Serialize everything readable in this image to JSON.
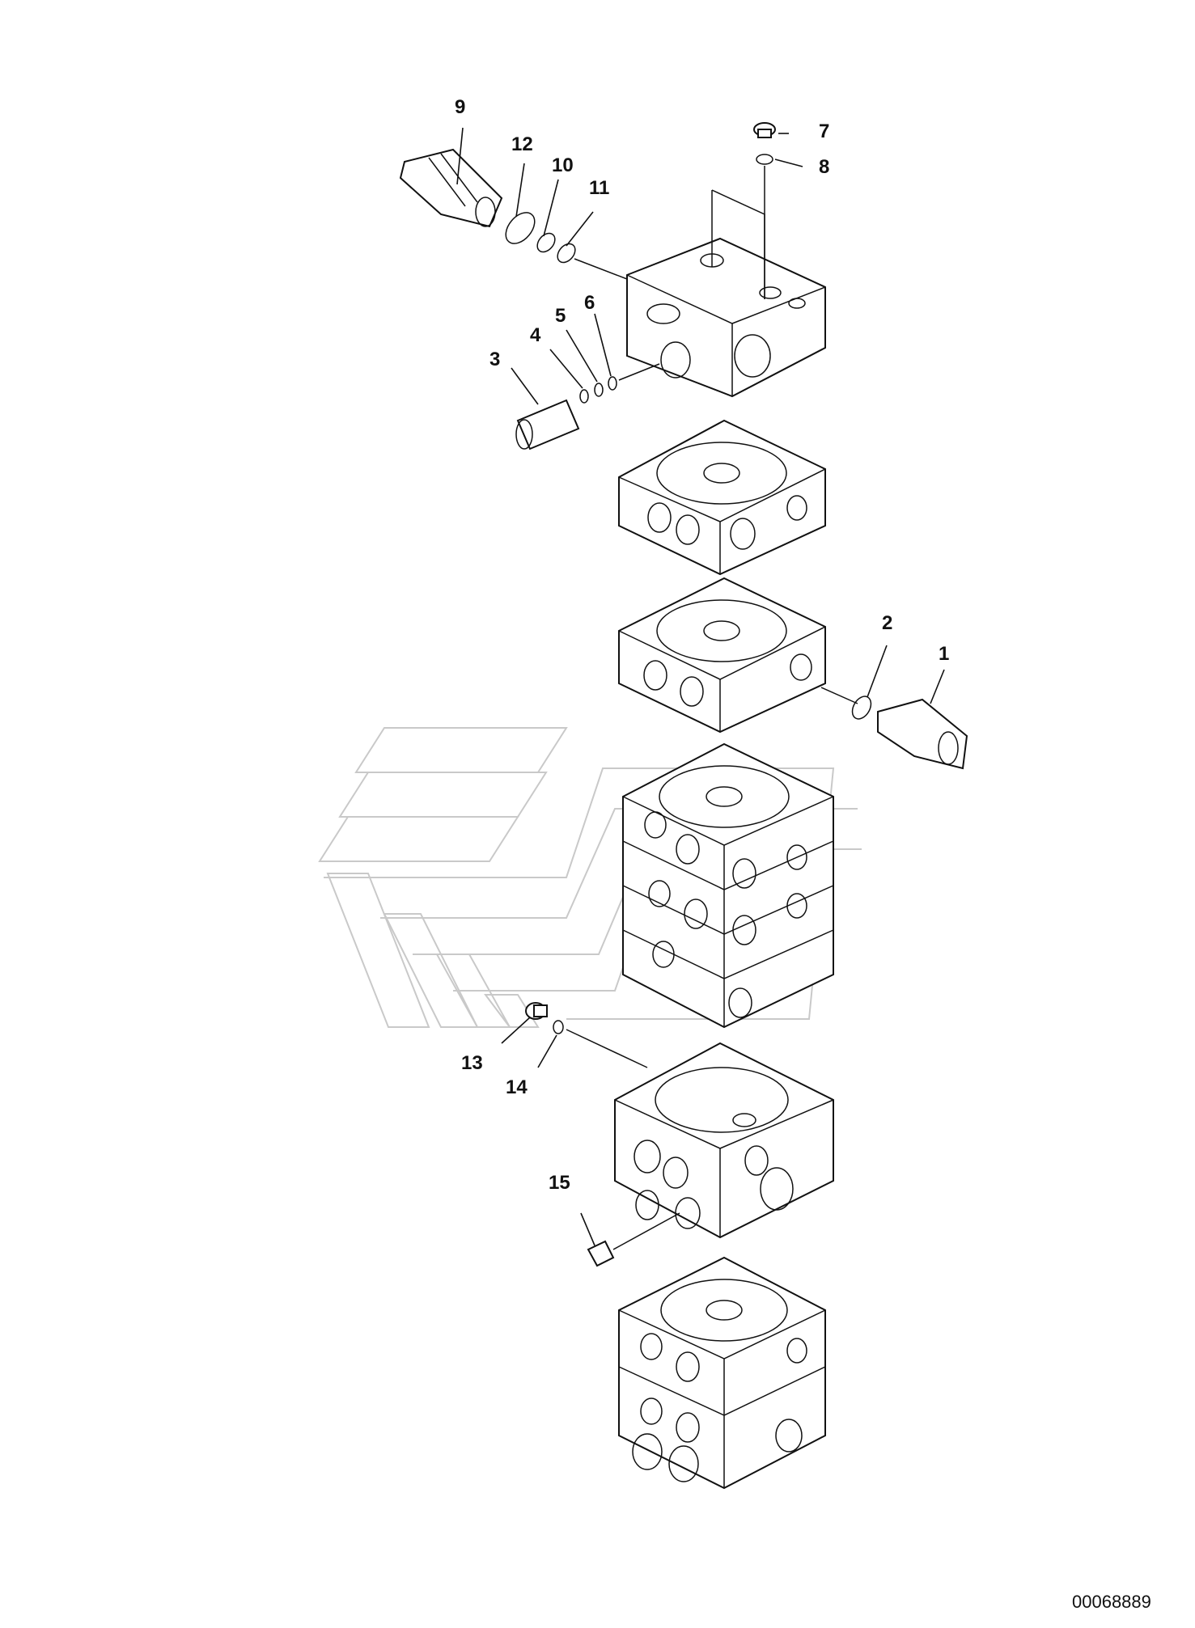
{
  "drawing": {
    "document_number": "00068889",
    "callouts": [
      {
        "id": "c1",
        "label": "1"
      },
      {
        "id": "c2",
        "label": "2"
      },
      {
        "id": "c3",
        "label": "3"
      },
      {
        "id": "c4",
        "label": "4"
      },
      {
        "id": "c5",
        "label": "5"
      },
      {
        "id": "c6",
        "label": "6"
      },
      {
        "id": "c7",
        "label": "7"
      },
      {
        "id": "c8",
        "label": "8"
      },
      {
        "id": "c9",
        "label": "9"
      },
      {
        "id": "c10",
        "label": "10"
      },
      {
        "id": "c11",
        "label": "11"
      },
      {
        "id": "c12",
        "label": "12"
      },
      {
        "id": "c13",
        "label": "13"
      },
      {
        "id": "c14",
        "label": "14"
      },
      {
        "id": "c15",
        "label": "15"
      }
    ]
  }
}
